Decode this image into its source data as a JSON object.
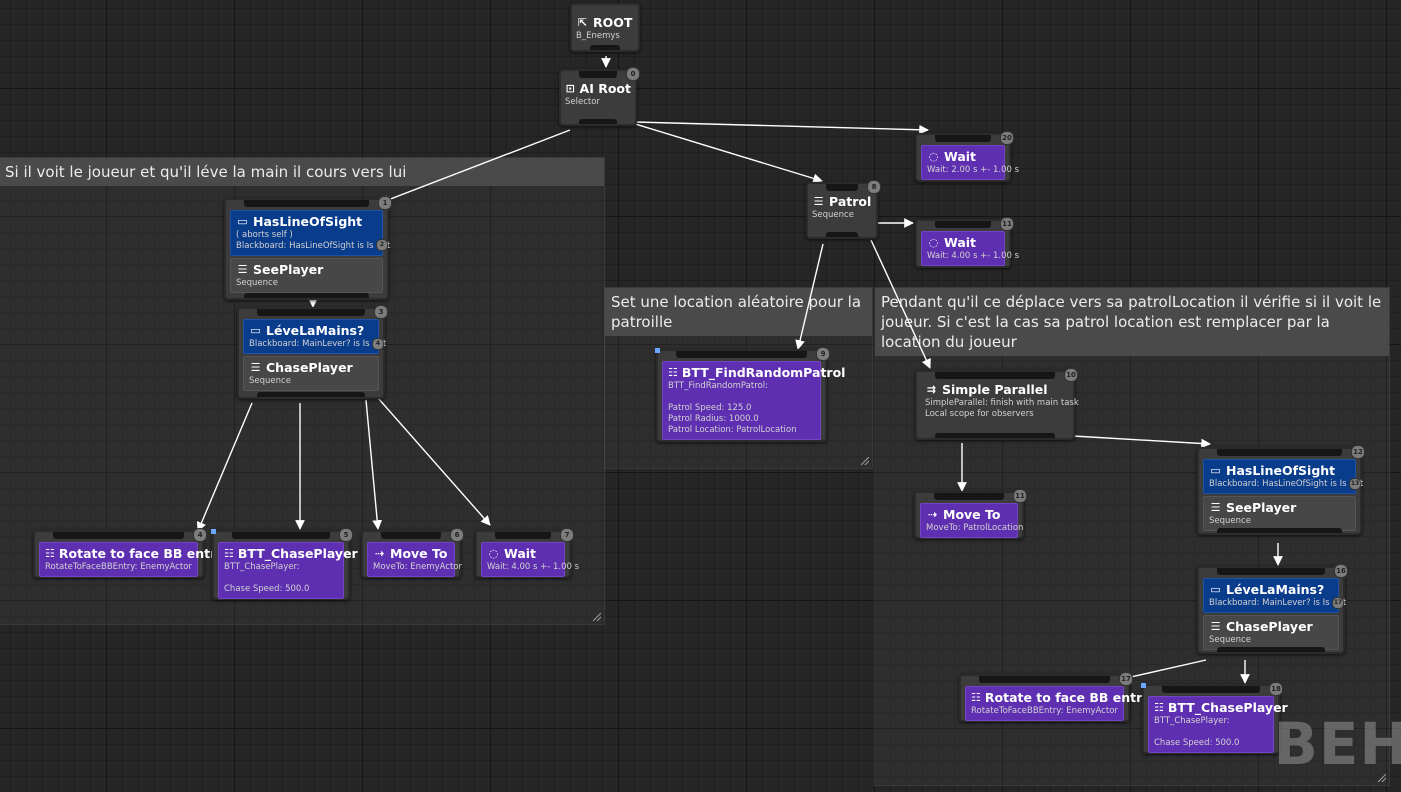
{
  "comments": {
    "c1": "Si il voit le joueur et qu'il léve la main il cours vers lui",
    "c2": "Set une location aléatoire pour la patroille",
    "c3": "Pendant qu'il ce déplace vers sa patrolLocation il vérifie si il voit le joueur. Si c'est la cas sa patrol location est remplacer par la location du joueur"
  },
  "root": {
    "title": "ROOT",
    "sub": "B_Enemys"
  },
  "ai_root": {
    "title": "AI Root",
    "sub": "Selector",
    "index": "0"
  },
  "wait_top1": {
    "title": "Wait",
    "sub": "Wait: 2.00 s +- 1.00 s",
    "index": "20"
  },
  "patrol": {
    "title": "Patrol",
    "sub": "Sequence",
    "index": "8"
  },
  "wait_top2": {
    "title": "Wait",
    "sub": "Wait: 4.00 s +- 1.00 s",
    "index": "11"
  },
  "left_seq": {
    "dec1": {
      "title": "HasLineOfSight",
      "sub1": "( aborts self )",
      "sub2": "Blackboard: HasLineOfSight is Is Set",
      "dec_index": "2"
    },
    "comp1": {
      "title": "SeePlayer",
      "sub": "Sequence",
      "index": "1"
    },
    "dec2": {
      "title": "LéveLaMains?",
      "sub": "Blackboard: MainLever? is Is Set",
      "dec_index": "4"
    },
    "comp2": {
      "title": "ChasePlayer",
      "sub": "Sequence",
      "index": "3"
    }
  },
  "left_tasks": [
    {
      "title": "Rotate to face BB entry",
      "sub": "RotateToFaceBBEntry: EnemyActor",
      "index": "4"
    },
    {
      "title": "BTT_ChasePlayer",
      "sub": "BTT_ChasePlayer:",
      "detail": "Chase Speed: 500.0",
      "index": "5"
    },
    {
      "title": "Move To",
      "sub": "MoveTo: EnemyActor",
      "index": "6"
    },
    {
      "title": "Wait",
      "sub": "Wait: 4.00 s +- 1.00 s",
      "index": "7"
    }
  ],
  "find_patrol": {
    "title": "BTT_FindRandomPatrol",
    "sub": "BTT_FindRandomPatrol:",
    "lines": [
      "Patrol Speed: 125.0",
      "Patrol Radius: 1000.0",
      "Patrol Location: PatrolLocation"
    ],
    "index": "9"
  },
  "simple_parallel": {
    "title": "Simple Parallel",
    "sub1": "SimpleParallel: finish with main task",
    "sub2": "Local scope for observers",
    "index": "10"
  },
  "move_patrol": {
    "title": "Move To",
    "sub": "MoveTo: PatrolLocation",
    "index": "11"
  },
  "right_seq": {
    "dec1": {
      "title": "HasLineOfSight",
      "sub": "Blackboard: HasLineOfSight is Is Set",
      "dec_index": "13"
    },
    "comp1": {
      "title": "SeePlayer",
      "sub": "Sequence",
      "index": "12"
    },
    "dec2": {
      "title": "LéveLaMains?",
      "sub": "Blackboard: MainLever? is Is Set",
      "dec_index": "17"
    },
    "comp2": {
      "title": "ChasePlayer",
      "sub": "Sequence",
      "index": "16"
    }
  },
  "right_tasks": [
    {
      "title": "Rotate to face BB entry",
      "sub": "RotateToFaceBBEntry: EnemyActor",
      "index": "17"
    },
    {
      "title": "BTT_ChasePlayer",
      "sub": "BTT_ChasePlayer:",
      "detail": "Chase Speed: 500.0",
      "index": "18"
    }
  ],
  "watermark": "BEH",
  "colors": {
    "task": "#5e2fb0",
    "decorator": "#0a3c8c",
    "composite": "#474747",
    "background": "#262626"
  }
}
